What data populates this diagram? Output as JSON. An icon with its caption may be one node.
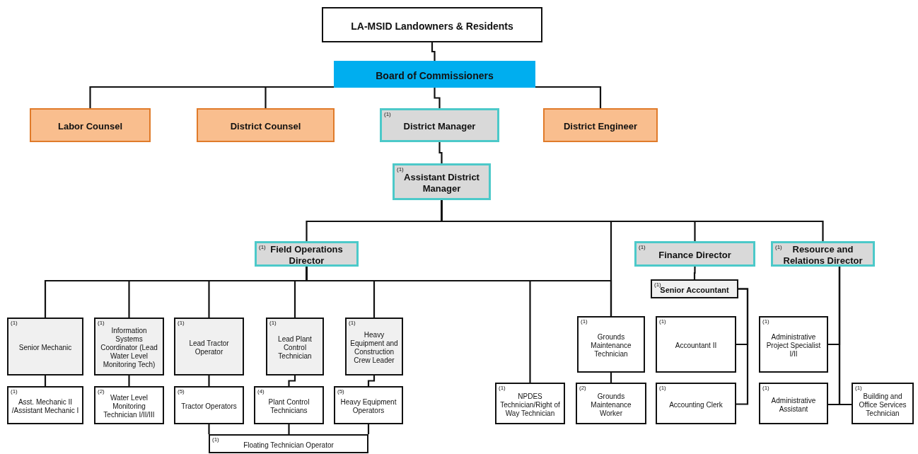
{
  "diagram": {
    "nodes": [
      {
        "text": [
          "LA-MSID  Landowners & Residents"
        ]
      },
      {
        "text": [
          "Board of Commissioners"
        ]
      },
      {
        "text": [
          "Labor Counsel"
        ]
      },
      {
        "text": [
          "District Counsel"
        ]
      },
      {
        "text": [
          "(1)",
          "District Manager"
        ]
      },
      {
        "text": [
          "District Engineer"
        ]
      },
      {
        "text": [
          "(1)",
          "Assistant District Manager"
        ]
      },
      {
        "text": [
          "(1)",
          "Field Operations Director"
        ]
      },
      {
        "text": [
          "(1)",
          "Finance Director"
        ]
      },
      {
        "text": [
          "(1)",
          "Resource and Relations Director"
        ]
      },
      {
        "text": [
          "(1)",
          "Senior Mechanic"
        ]
      },
      {
        "text": [
          "(1)",
          "Information Systems Coordinator (Lead Water Level Monitoring Tech)"
        ]
      },
      {
        "text": [
          "(1)",
          "Lead Tractor Operator"
        ]
      },
      {
        "text": [
          "(1)",
          "Lead Plant Control Technician"
        ]
      },
      {
        "text": [
          "(1)",
          "Heavy Equipment and Construction Crew Leader"
        ]
      },
      {
        "text": [
          "(1)",
          "Asst. Mechanic II /Assistant Mechanic I"
        ]
      },
      {
        "text": [
          "(2)",
          "Water Level Monitoring Technician I/II/III"
        ]
      },
      {
        "text": [
          "(5)",
          "Tractor Operators"
        ]
      },
      {
        "text": [
          "(4)",
          "Plant Control Technicians"
        ]
      },
      {
        "text": [
          "(5)",
          "Heavy Equipment Operators"
        ]
      },
      {
        "text": [
          "(1)",
          "Floating Technician Operator"
        ]
      },
      {
        "text": [
          "(1)",
          "NPDES Technician/Right of Way Technician"
        ]
      },
      {
        "text": [
          "(1)",
          "Grounds Maintenance Technician"
        ]
      },
      {
        "text": [
          "(2)",
          "Grounds Maintenance Worker"
        ]
      },
      {
        "text": [
          "(1)",
          "Senior Accountant"
        ]
      },
      {
        "text": [
          "(1)",
          "Accountant II"
        ]
      },
      {
        "text": [
          "(1)",
          "Accounting Clerk"
        ]
      },
      {
        "text": [
          "(1)",
          "Administrative Project Specialist I/II"
        ]
      },
      {
        "text": [
          "(1)",
          "Administrative Assistant"
        ]
      },
      {
        "text": [
          "(1)",
          "Building and Office Services Technician"
        ]
      }
    ],
    "edges": [
      {
        "from": 0,
        "to": 1,
        "arrow": "none"
      },
      {
        "from": 1,
        "to": 2,
        "arrow": "none"
      },
      {
        "from": 1,
        "to": 3,
        "arrow": "none"
      },
      {
        "from": 1,
        "to": 4,
        "arrow": "none"
      },
      {
        "from": 1,
        "to": 5,
        "arrow": "none"
      },
      {
        "from": 4,
        "to": 6,
        "arrow": "none"
      },
      {
        "from": 6,
        "to": 7,
        "arrow": "none"
      },
      {
        "from": 6,
        "to": 8,
        "arrow": "none"
      },
      {
        "from": 6,
        "to": 9,
        "arrow": "none"
      },
      {
        "from": 6,
        "to": 22,
        "arrow": "none"
      },
      {
        "from": 7,
        "to": 10,
        "arrow": "none"
      },
      {
        "from": 7,
        "to": 11,
        "arrow": "none"
      },
      {
        "from": 7,
        "to": 12,
        "arrow": "none"
      },
      {
        "from": 7,
        "to": 13,
        "arrow": "none"
      },
      {
        "from": 7,
        "to": 14,
        "arrow": "none"
      },
      {
        "from": 7,
        "to": 21,
        "arrow": "none"
      },
      {
        "from": 7,
        "to": 22,
        "arrow": "none"
      },
      {
        "from": 10,
        "to": 15,
        "arrow": "none"
      },
      {
        "from": 11,
        "to": 16,
        "arrow": "none"
      },
      {
        "from": 12,
        "to": 17,
        "arrow": "none"
      },
      {
        "from": 13,
        "to": 18,
        "arrow": "none"
      },
      {
        "from": 14,
        "to": 19,
        "arrow": "none"
      },
      {
        "from": 17,
        "to": 20,
        "arrow": "none"
      },
      {
        "from": 18,
        "to": 20,
        "arrow": "none"
      },
      {
        "from": 19,
        "to": 20,
        "arrow": "none"
      },
      {
        "from": 22,
        "to": 23,
        "arrow": "none"
      },
      {
        "from": 8,
        "to": 24,
        "arrow": "none"
      },
      {
        "from": 24,
        "to": 25,
        "arrow": "none"
      },
      {
        "from": 24,
        "to": 26,
        "arrow": "none"
      },
      {
        "from": 9,
        "to": 27,
        "arrow": "none"
      },
      {
        "from": 9,
        "to": 28,
        "arrow": "none"
      },
      {
        "from": 9,
        "to": 29,
        "arrow": "none"
      }
    ]
  }
}
